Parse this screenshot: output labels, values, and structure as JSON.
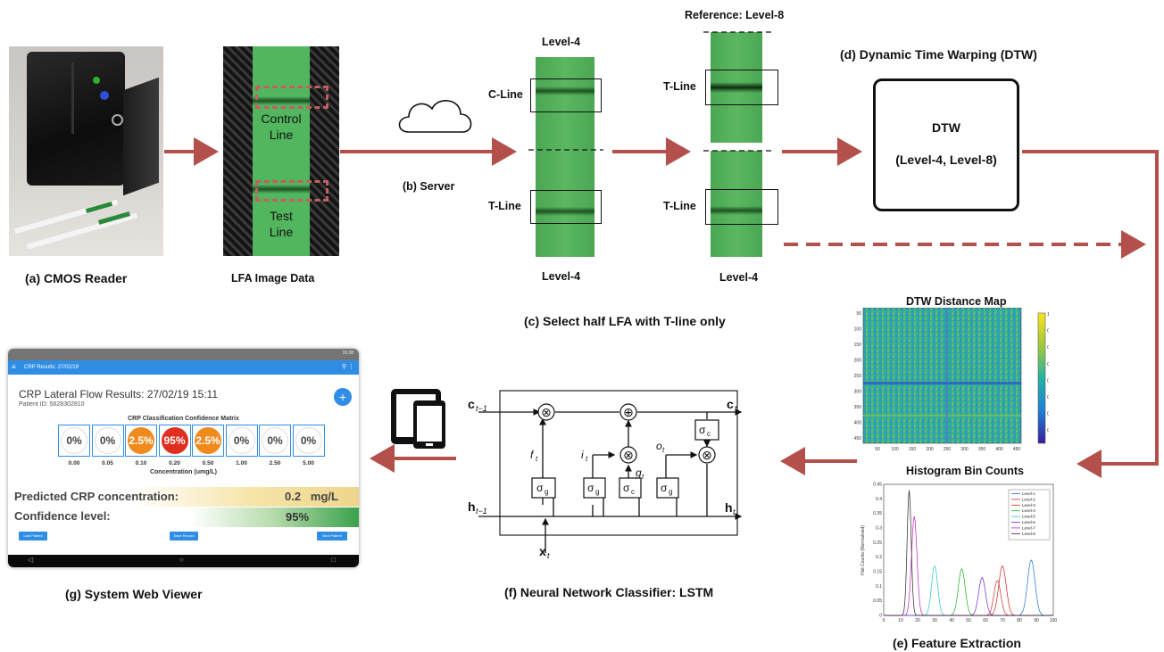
{
  "labels": {
    "a": "(a) CMOS Reader",
    "lfa_data": "LFA Image Data",
    "control_line": [
      "Control",
      "Line"
    ],
    "test_line": [
      "Test",
      "Line"
    ],
    "b": "(b) Server",
    "level4_top": "Level-4",
    "level4_bottom": "Level-4",
    "c_line": "C-Line",
    "t_line": "T-Line",
    "reference": "Reference: Level-8",
    "level4_b2": "Level-4",
    "c": "(c) Select half LFA with T-line only",
    "d": "(d) Dynamic Time Warping (DTW)",
    "dtw_title": "DTW",
    "dtw_args": "(Level-4, Level-8)",
    "dtw_map_title": "DTW Distance Map",
    "hist_title": "Histogram Bin Counts",
    "e": "(e) Feature Extraction",
    "f": "(f) Neural Network Classifier: LSTM",
    "g": "(g) System Web Viewer"
  },
  "dtw_map": {
    "y_ticks": [
      "50",
      "100",
      "150",
      "200",
      "250",
      "300",
      "350",
      "400",
      "450"
    ],
    "x_ticks": [
      "50",
      "100",
      "150",
      "200",
      "250",
      "300",
      "350",
      "400",
      "450"
    ],
    "colorbar_ticks": [
      "1",
      "0.95",
      "0.9",
      "0.85",
      "0.8",
      "0.75",
      "0.7",
      "0.65"
    ]
  },
  "histogram": {
    "ylabel": "Hist Counts (Normalised)",
    "y_ticks": [
      "0",
      "0.05",
      "0.1",
      "0.15",
      "0.2",
      "0.25",
      "0.3",
      "0.35",
      "0.4",
      "0.45"
    ],
    "x_ticks": [
      "0",
      "10",
      "20",
      "30",
      "40",
      "50",
      "60",
      "70",
      "80",
      "90",
      "100"
    ],
    "legend": [
      "Level-1",
      "Level-2",
      "Level-3",
      "Level-4",
      "Level-5",
      "Level-6",
      "Level-7",
      "Level-8"
    ],
    "colors": [
      "#1f6fd1",
      "#d11f1f",
      "#d12a2a",
      "#1fae1f",
      "#2bc4c4",
      "#6a2bd1",
      "#c41fc4",
      "#222222"
    ]
  },
  "lstm": {
    "c_prev": "c",
    "c_prev_sub": "t−1",
    "c_out": "c",
    "c_out_sub": "t",
    "h_prev": "h",
    "h_prev_sub": "t−1",
    "h_out": "h",
    "h_out_sub": "t",
    "x": "x",
    "x_sub": "t",
    "f": "f",
    "i": "i",
    "g": "g",
    "o": "o",
    "t_sub": "t",
    "sigma_g": "σ",
    "g_sub": "g",
    "sigma_c": "σ",
    "c_sub": "c",
    "times": "⊗",
    "plus": "⊕"
  },
  "viewer": {
    "appbar_title": "CRP Results: 27/02/19",
    "status_time": "15:38",
    "heading": "CRP Lateral Flow Results: 27/02/19  15:11",
    "patient": "Patient ID: 5628302810",
    "matrix_title": "CRP Classification Confidence Matrix",
    "percents": [
      "0%",
      "0%",
      "2.5%",
      "95%",
      "2.5%",
      "0%",
      "0%",
      "0%"
    ],
    "percent_colors": [
      "#ffffff",
      "#ffffff",
      "#f08a1c",
      "#e02f1f",
      "#f08a1c",
      "#ffffff",
      "#ffffff",
      "#ffffff"
    ],
    "concentrations": [
      "0.00",
      "0.05",
      "0.10",
      "0.20",
      "0.50",
      "1.00",
      "2.50",
      "5.00"
    ],
    "conc_axis": "Concentration (umg/L)",
    "pred_label": "Predicted CRP concentration:",
    "pred_value": "0.2   mg/L",
    "conf_label": "Confidence level:",
    "conf_value": "95%",
    "btn_last": "Last Patient",
    "btn_save": "Save Record",
    "btn_next": "Next Patient",
    "fab": "+"
  }
}
